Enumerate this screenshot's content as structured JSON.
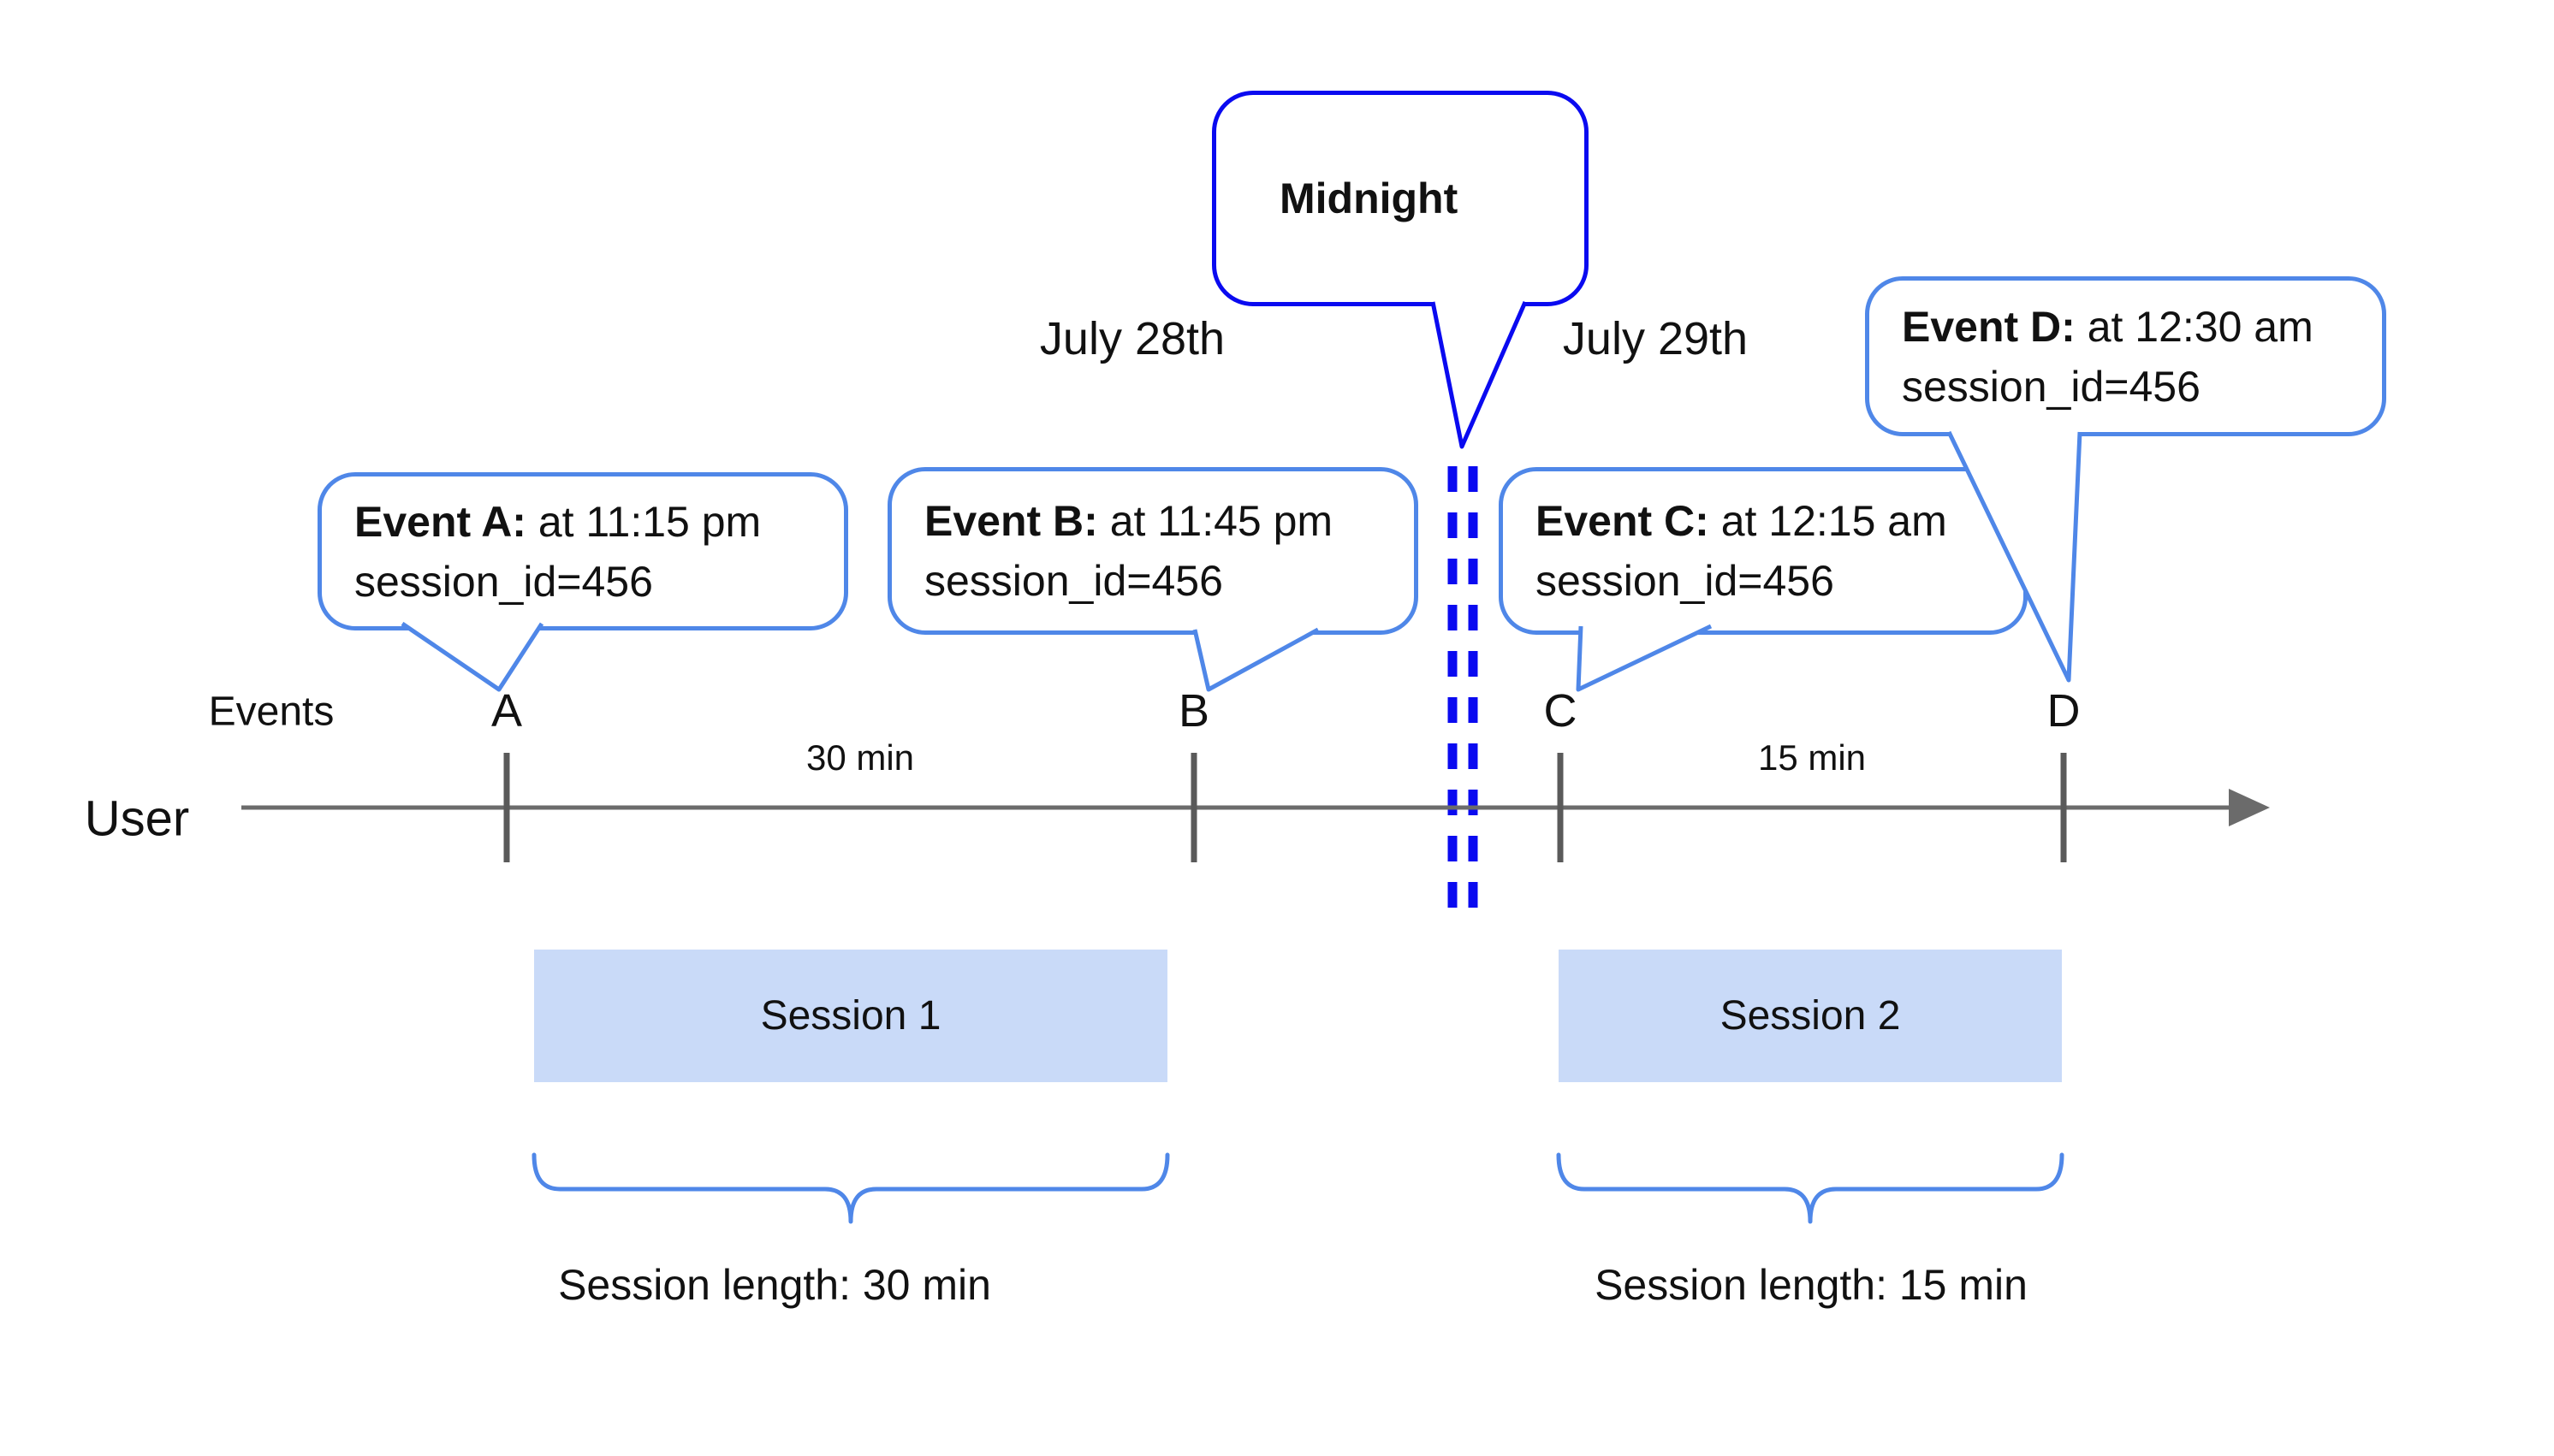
{
  "palette": {
    "event_bubble_border": "#4f87e8",
    "midnight_border": "#0a0af0",
    "dashed_divider": "#0a0af0",
    "timeline_gray": "#6b6b6b",
    "tick_gray": "#5a5a5a",
    "session_fill": "#c9daf8",
    "brace_blue": "#4f87e8",
    "text": "#111111"
  },
  "midnight_callout": {
    "label": "Midnight"
  },
  "dates": {
    "left": "July 28th",
    "right": "July 29th"
  },
  "event_callouts": [
    {
      "title": "Event A:",
      "time": " at 11:15 pm",
      "session": "session_id=456"
    },
    {
      "title": "Event B:",
      "time": " at 11:45 pm",
      "session": "session_id=456"
    },
    {
      "title": "Event C:",
      "time": " at 12:15 am",
      "session": "session_id=456"
    },
    {
      "title": "Event D:",
      "time": " at 12:30 am",
      "session": "session_id=456"
    }
  ],
  "timeline": {
    "events_label": "Events",
    "user_label": "User",
    "ticks": {
      "a": "A",
      "b": "B",
      "c": "C",
      "d": "D"
    },
    "durations": {
      "first": "30 min",
      "second": "15 min"
    }
  },
  "sessions": [
    {
      "name": "Session 1",
      "length_label": "Session length: 30 min"
    },
    {
      "name": "Session 2",
      "length_label": "Session length: 15 min"
    }
  ]
}
